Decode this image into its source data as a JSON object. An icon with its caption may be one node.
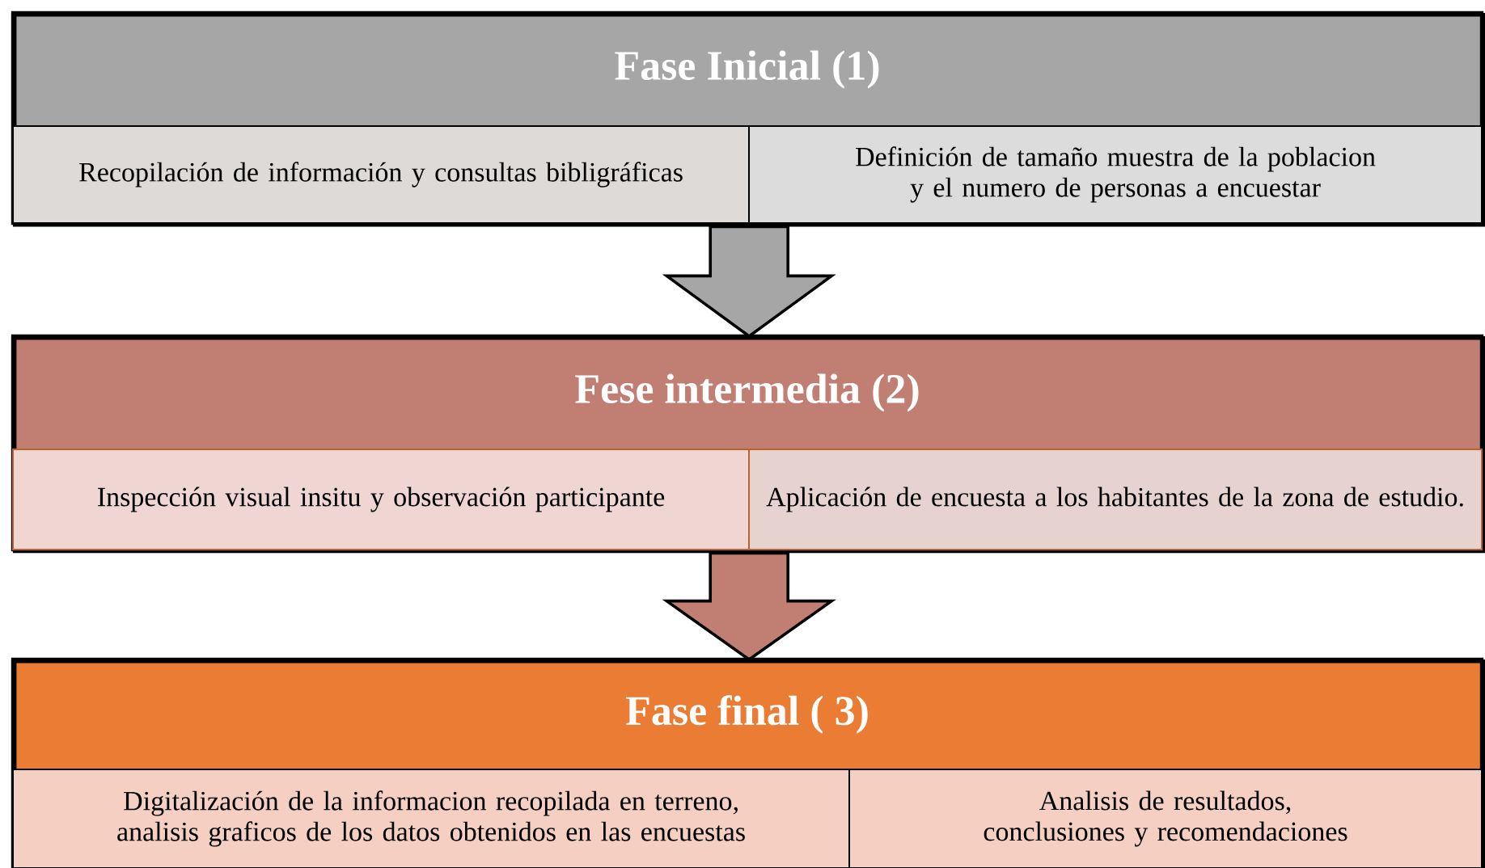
{
  "diagram": {
    "nodes": [
      {
        "text": [
          "Fase Inicial (1)"
        ]
      },
      {
        "text": [
          "Recopilación de información y consultas bibligráficas"
        ],
        "in": 0
      },
      {
        "text": [
          "Definición de tamaño muestra de la poblacion y el numero de personas a encuestar"
        ],
        "in": 0
      },
      {
        "text": [
          "Fese intermedia (2)"
        ]
      },
      {
        "text": [
          "Inspección visual insitu y observación participante"
        ],
        "in": 3
      },
      {
        "text": [
          "Aplicación de encuesta a los habitantes de la zona de estudio."
        ],
        "in": 3
      },
      {
        "text": [
          "Fase final ( 3)"
        ]
      },
      {
        "text": [
          "Digitalización de la informacion recopilada en terreno, analisis graficos de los datos  obtenidos en las encuestas"
        ],
        "in": 6
      },
      {
        "text": [
          "Analisis de resultados, conclusiones y recomendaciones"
        ],
        "in": 6
      }
    ],
    "edges": [
      {
        "from": 0,
        "to": 3,
        "arrow": "to",
        "color": "#a6a6a6"
      },
      {
        "from": 3,
        "to": 6,
        "arrow": "to",
        "color": "#c17f73"
      }
    ]
  }
}
